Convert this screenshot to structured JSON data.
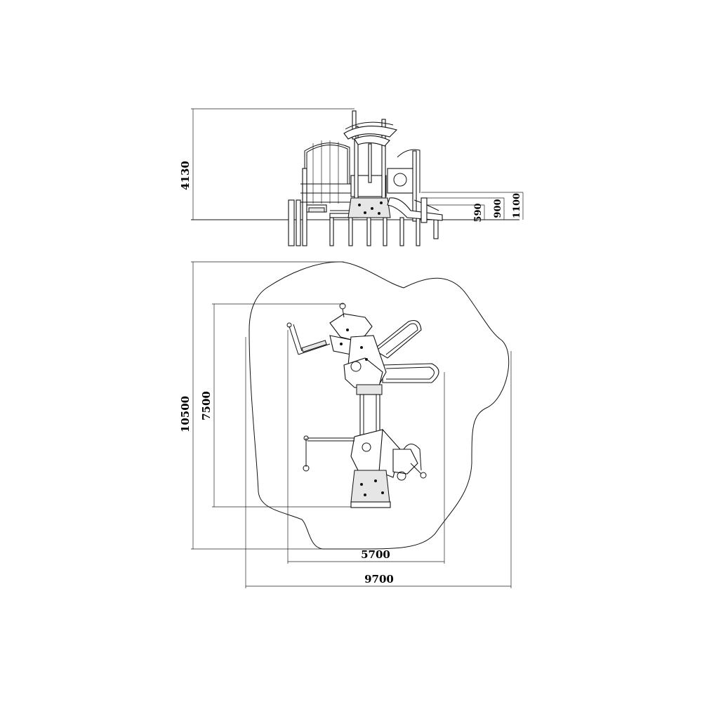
{
  "elevation": {
    "dimensions": {
      "total_height": "4130",
      "platform_high": "1100",
      "platform_mid": "900",
      "platform_low": "590"
    }
  },
  "plan": {
    "dimensions": {
      "safety_zone_height": "10500",
      "equipment_height": "7500",
      "equipment_width": "5700",
      "safety_zone_width": "9700"
    }
  }
}
